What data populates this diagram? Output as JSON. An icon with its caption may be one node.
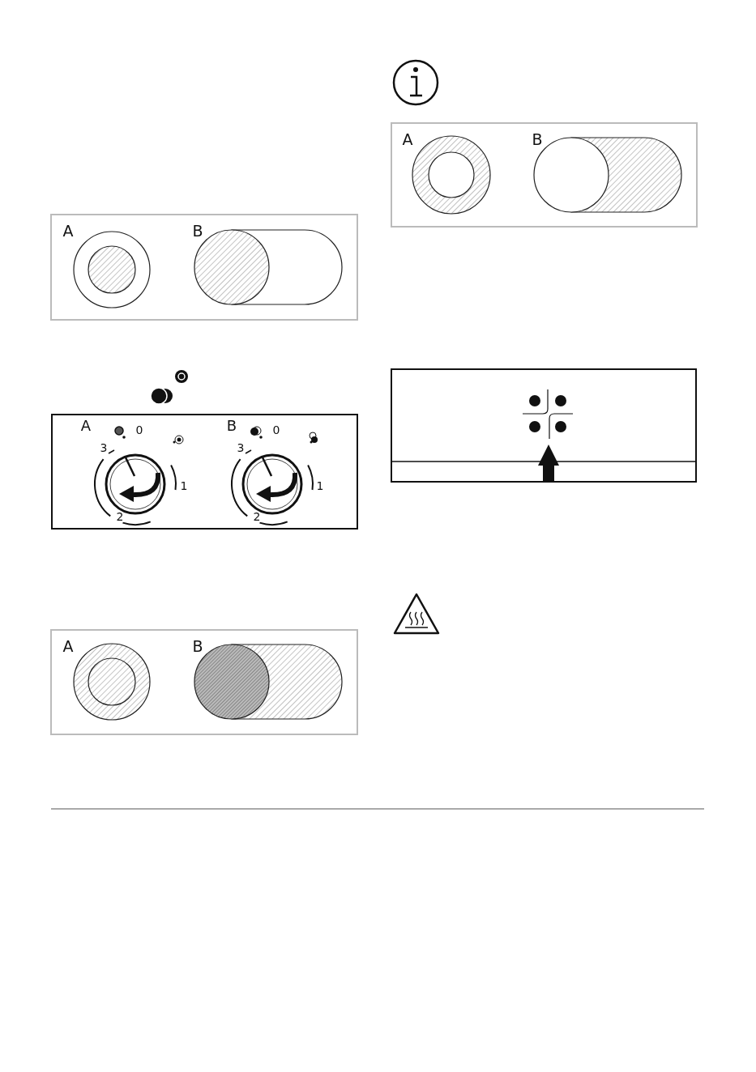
{
  "diagram": {
    "labels": [
      "A",
      "B",
      "A",
      "0",
      "3",
      "1",
      "2",
      "B",
      "0",
      "3",
      "1",
      "2",
      "A",
      "B",
      "A",
      "B"
    ]
  }
}
